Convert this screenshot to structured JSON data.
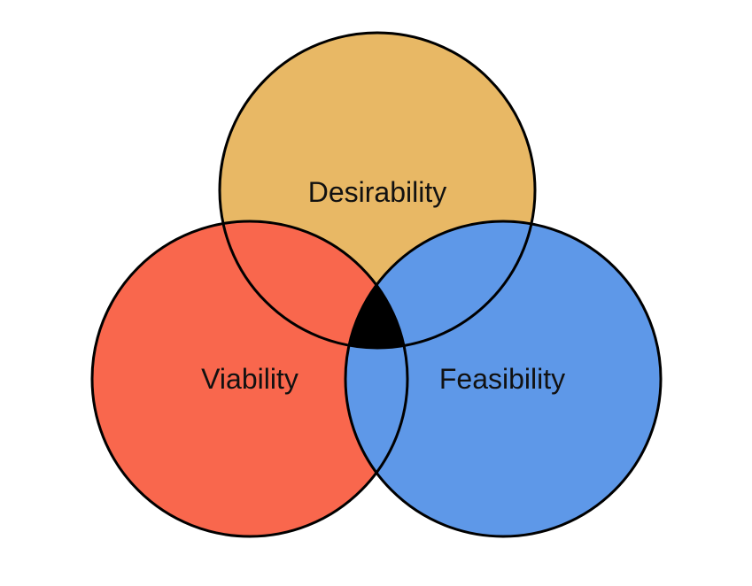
{
  "venn": {
    "sets": [
      {
        "id": "desirability",
        "label": "Desirability",
        "color": "#E8B865"
      },
      {
        "id": "viability",
        "label": "Viability",
        "color": "#F9674D"
      },
      {
        "id": "feasibility",
        "label": "Feasibility",
        "color": "#5E98E8"
      }
    ],
    "center_region_color": "#000000",
    "outline_color": "#000000"
  }
}
